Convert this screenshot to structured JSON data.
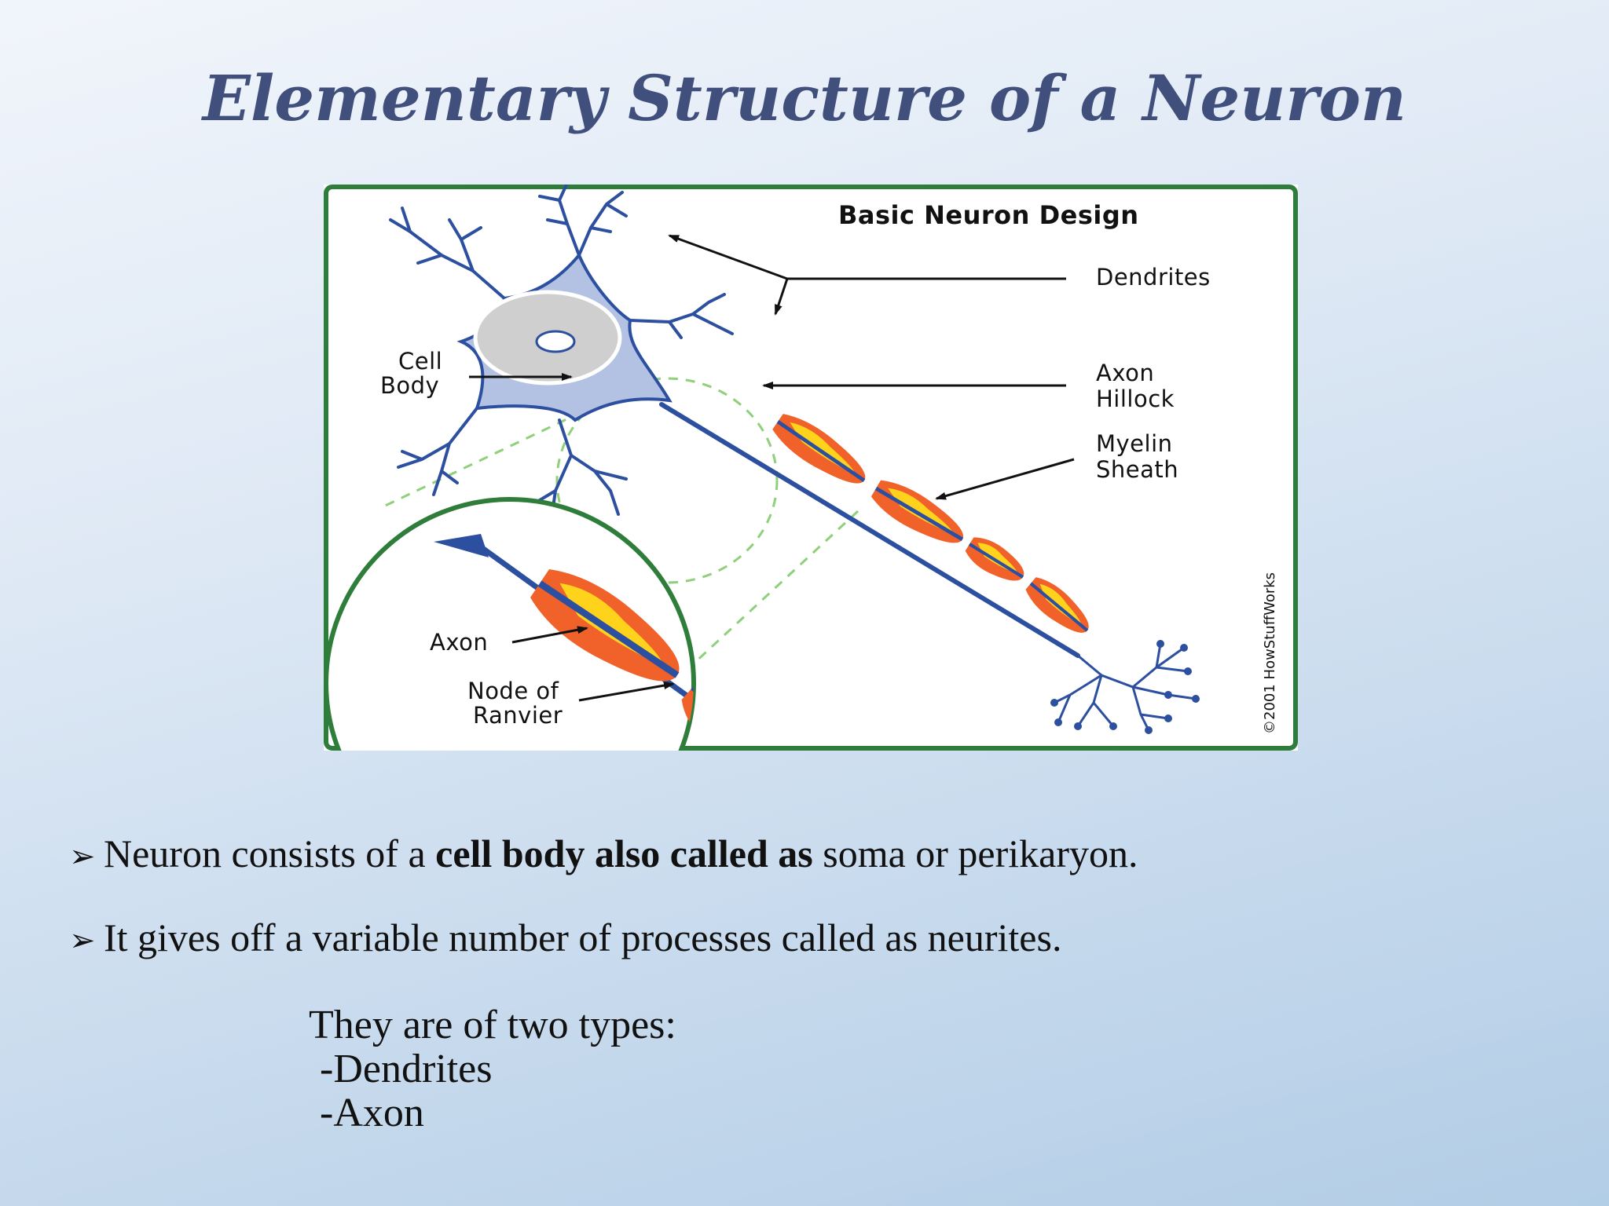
{
  "slide": {
    "title": "Elementary Structure of a Neuron"
  },
  "figure": {
    "title": "Basic Neuron Design",
    "labels": {
      "dendrites": "Dendrites",
      "cell_body_line1": "Cell",
      "cell_body_line2": "Body",
      "axon_hillock_line1": "Axon",
      "axon_hillock_line2": "Hillock",
      "myelin_sheath_line1": "Myelin",
      "myelin_sheath_line2": "Sheath",
      "axon": "Axon",
      "node_of_ranvier_line1": "Node of",
      "node_of_ranvier_line2": "Ranvier"
    },
    "copyright": "©2001 HowStuffWorks",
    "colors": {
      "frame": "#2e7d3a",
      "cell_body": "#b3c2e3",
      "neuron_outline": "#2c4fa0",
      "myelin_outer": "#f0622a",
      "myelin_inner": "#ffd21c",
      "nucleus": "#cfcfcf",
      "zoom_dash": "#8fd07a"
    }
  },
  "bullets": [
    {
      "marker": "➢",
      "parts": [
        {
          "text": "Neuron consists of a ",
          "bold": false
        },
        {
          "text": "cell body also called as",
          "bold": true
        },
        {
          "text": " soma or perikaryon.",
          "bold": false
        }
      ]
    },
    {
      "marker": "➢",
      "parts": [
        {
          "text": "It gives off a variable number of processes called as neurites.",
          "bold": false
        }
      ]
    }
  ],
  "types": {
    "intro": "They are of two types:",
    "items": [
      "-Dendrites",
      "-Axon"
    ]
  }
}
